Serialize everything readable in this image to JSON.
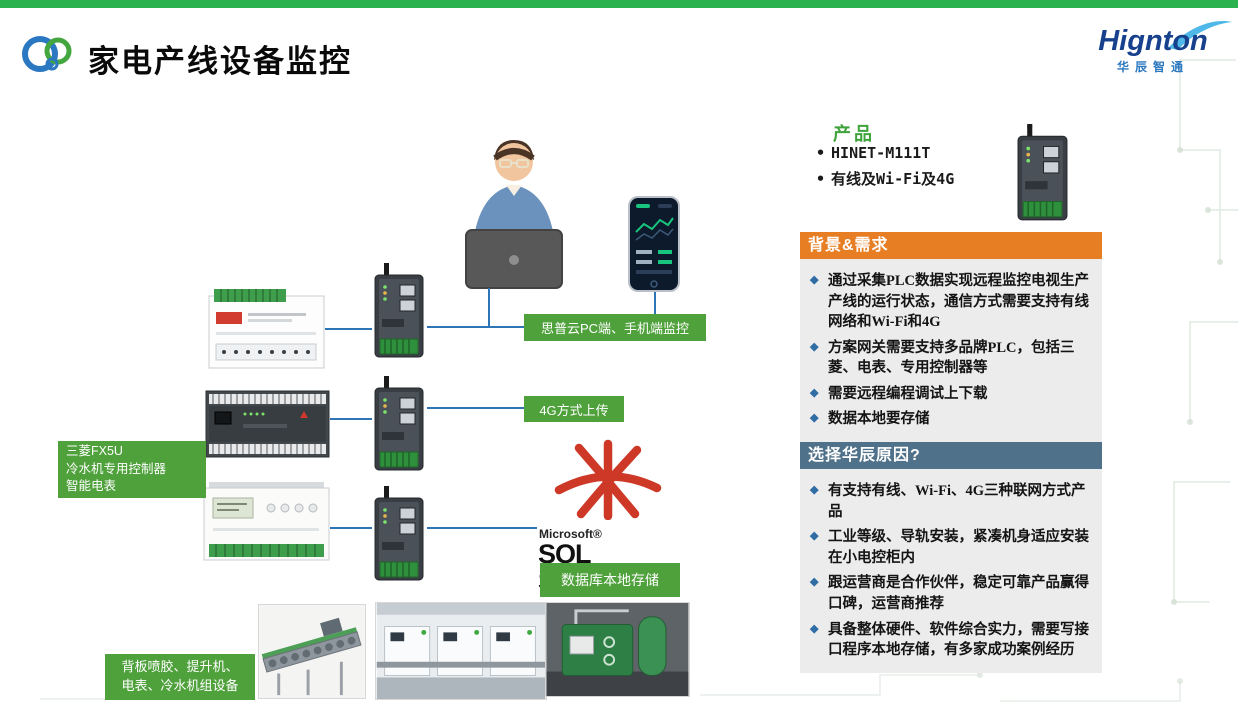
{
  "slide": {
    "title": "家电产线设备监控"
  },
  "brand": {
    "name": "Hignton",
    "subtitle": "华辰智通"
  },
  "icons": {
    "dot": "•",
    "diamond": "◆"
  },
  "product": {
    "heading": "产品",
    "items": [
      "HINET-M111T",
      "有线及Wi-Fi及4G"
    ]
  },
  "panels": {
    "background": {
      "header": "背景&需求",
      "items": [
        "通过采集PLC数据实现远程监控电视生产产线的运行状态，通信方式需要支持有线网络和Wi-Fi和4G",
        "方案网关需要支持多品牌PLC，包括三菱、电表、专用控制器等",
        "需要远程编程调试上下载",
        "数据本地要存储"
      ]
    },
    "reason": {
      "header": "选择华辰原因?",
      "items": [
        "有支持有线、Wi-Fi、4G三种联网方式产品",
        "工业等级、导轨安装，紧凑机身适应安装在小电控柜内",
        "跟运营商是合作伙伴，稳定可靠产品赢得口碑，运营商推荐",
        "具备整体硬件、软件综合实力，需要写接口程序本地存储，有多家成功案例经历"
      ]
    }
  },
  "diagram": {
    "labels": {
      "cloud_monitor": "思普云PC端、手机端监控",
      "upload_4g": "4G方式上传",
      "db_storage": "数据库本地存储"
    },
    "plc_label_lines": [
      "三菱FX5U",
      "冷水机专用控制器",
      "智能电表"
    ],
    "equipment_label_lines": [
      "背板喷胶、提升机、",
      "电表、冷水机组设备"
    ],
    "sql": {
      "microsoft": "Microsoft®",
      "product": "SQL Server®"
    }
  },
  "colors": {
    "top_bar_green": "#29B24E",
    "label_green": "#4FA13C",
    "heading_green": "#3FA33C",
    "orange_header": "#E77E23",
    "slate_header": "#4F7189",
    "bullet_blue": "#2F6DA4",
    "connector_blue": "#2E75B6",
    "brand_blue": "#17418D",
    "sql_red": "#CD3827"
  }
}
